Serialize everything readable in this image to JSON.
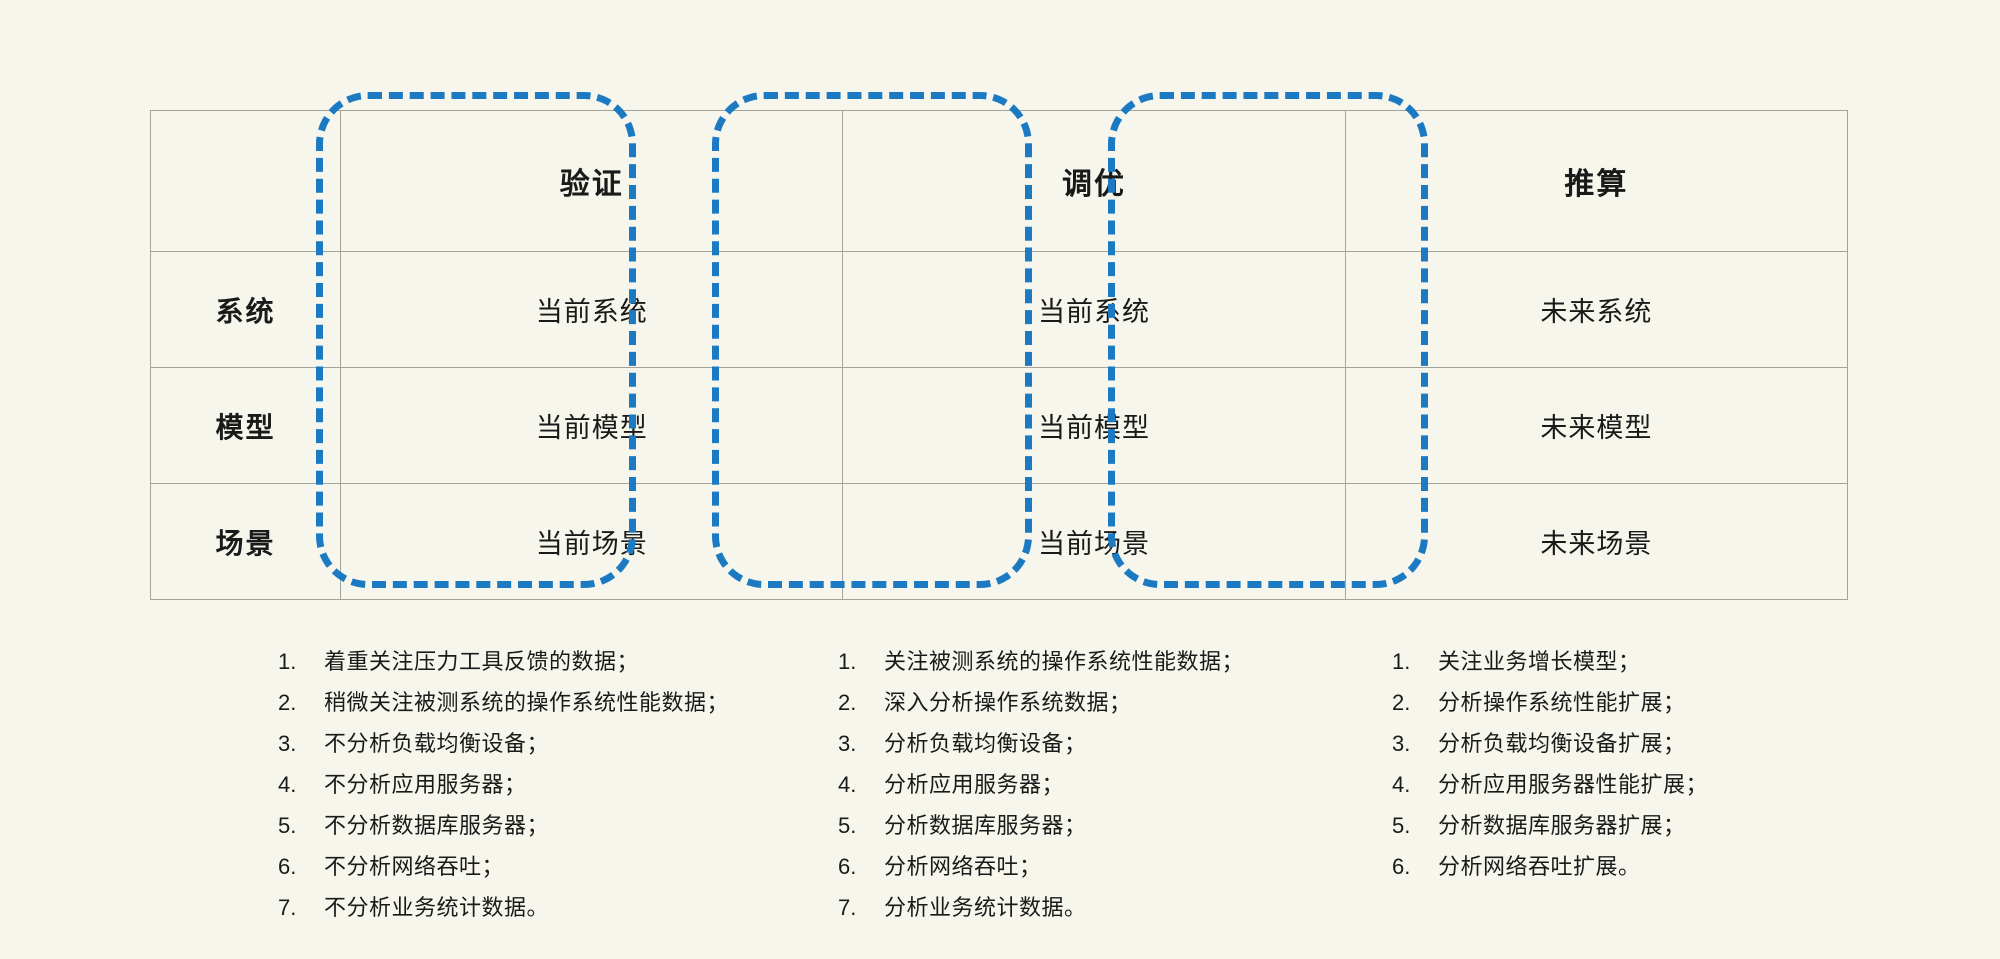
{
  "meta": {
    "background_color": "#f7f6ed",
    "accent_color": "#1b7ac2",
    "grid_line_color": "#a3a39c",
    "text_color": "#1a1a1a"
  },
  "table": {
    "corner_label": "",
    "column_headers": [
      "验证",
      "调优",
      "推算"
    ],
    "row_labels": [
      "系统",
      "模型",
      "场景"
    ],
    "rows": [
      {
        "label": "系统",
        "cells": [
          "当前系统",
          "当前系统",
          "未来系统"
        ]
      },
      {
        "label": "模型",
        "cells": [
          "当前模型",
          "当前模型",
          "未来模型"
        ]
      },
      {
        "label": "场景",
        "cells": [
          "当前场景",
          "当前场景",
          "未来场景"
        ]
      }
    ]
  },
  "highlight_boxes": [
    {
      "name": "验证",
      "style": "dashed-rounded",
      "color": "#1b7ac2"
    },
    {
      "name": "调优",
      "style": "dashed-rounded",
      "color": "#1b7ac2"
    },
    {
      "name": "推算",
      "style": "dashed-rounded",
      "color": "#1b7ac2"
    }
  ],
  "lists": [
    {
      "for_column": "验证",
      "items": [
        {
          "num": "1.",
          "text": "着重关注压力工具反馈的数据；"
        },
        {
          "num": "2.",
          "text": "稍微关注被测系统的操作系统性能数据；"
        },
        {
          "num": "3.",
          "text": "不分析负载均衡设备；"
        },
        {
          "num": "4.",
          "text": "不分析应用服务器；"
        },
        {
          "num": "5.",
          "text": "不分析数据库服务器；"
        },
        {
          "num": "6.",
          "text": "不分析网络吞吐；"
        },
        {
          "num": "7.",
          "text": "不分析业务统计数据。"
        }
      ]
    },
    {
      "for_column": "调优",
      "items": [
        {
          "num": "1.",
          "text": "关注被测系统的操作系统性能数据；"
        },
        {
          "num": "2.",
          "text": "深入分析操作系统数据；"
        },
        {
          "num": "3.",
          "text": "分析负载均衡设备；"
        },
        {
          "num": "4.",
          "text": "分析应用服务器；"
        },
        {
          "num": "5.",
          "text": "分析数据库服务器；"
        },
        {
          "num": "6.",
          "text": "分析网络吞吐；"
        },
        {
          "num": "7.",
          "text": "分析业务统计数据。"
        }
      ]
    },
    {
      "for_column": "推算",
      "items": [
        {
          "num": "1.",
          "text": "关注业务增长模型；"
        },
        {
          "num": "2.",
          "text": "分析操作系统性能扩展；"
        },
        {
          "num": "3.",
          "text": "分析负载均衡设备扩展；"
        },
        {
          "num": "4.",
          "text": "分析应用服务器性能扩展；"
        },
        {
          "num": "5.",
          "text": "分析数据库服务器扩展；"
        },
        {
          "num": "6.",
          "text": "分析网络吞吐扩展。"
        }
      ]
    }
  ]
}
